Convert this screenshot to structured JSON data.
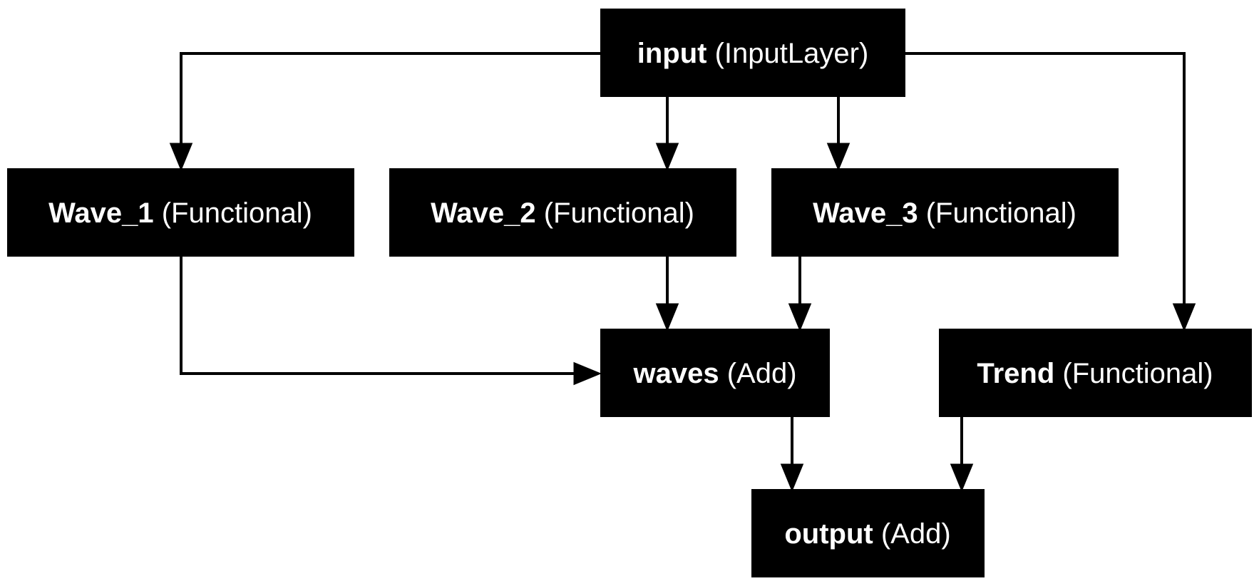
{
  "nodes": {
    "input": {
      "name": "input",
      "type": "(InputLayer)"
    },
    "wave_1": {
      "name": "Wave_1",
      "type": "(Functional)"
    },
    "wave_2": {
      "name": "Wave_2",
      "type": "(Functional)"
    },
    "wave_3": {
      "name": "Wave_3",
      "type": "(Functional)"
    },
    "waves": {
      "name": "waves",
      "type": "(Add)"
    },
    "trend": {
      "name": "Trend",
      "type": "(Functional)"
    },
    "output": {
      "name": "output",
      "type": "(Add)"
    }
  },
  "edges": [
    {
      "from": "input",
      "to": "wave_1"
    },
    {
      "from": "input",
      "to": "wave_2"
    },
    {
      "from": "input",
      "to": "wave_3"
    },
    {
      "from": "input",
      "to": "trend"
    },
    {
      "from": "wave_1",
      "to": "waves"
    },
    {
      "from": "wave_2",
      "to": "waves"
    },
    {
      "from": "wave_3",
      "to": "waves"
    },
    {
      "from": "waves",
      "to": "output"
    },
    {
      "from": "trend",
      "to": "output"
    }
  ],
  "colors": {
    "node_fill": "#000000",
    "node_text": "#ffffff",
    "edge": "#000000",
    "background": "#ffffff"
  }
}
